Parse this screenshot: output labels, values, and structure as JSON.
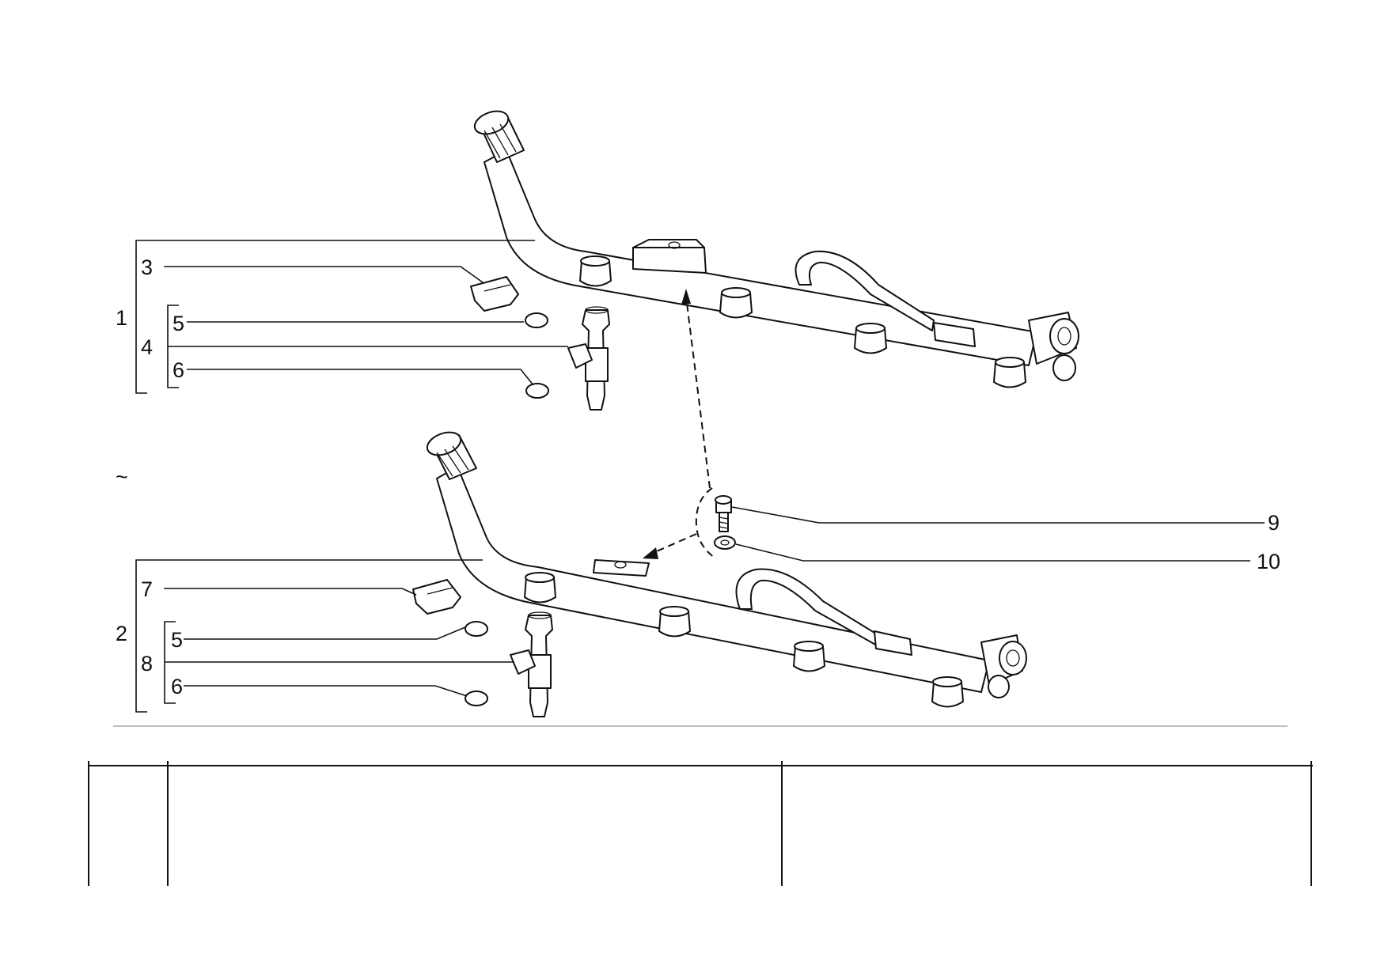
{
  "callouts": {
    "c1": "1",
    "c2": "2",
    "c3": "3",
    "c4": "4",
    "c5a": "5",
    "c6a": "6",
    "c7": "7",
    "c8": "8",
    "c5b": "5",
    "c6b": "6",
    "c9": "9",
    "c10": "10"
  },
  "tilde": "~",
  "icons": {
    "rail_top": "fuel-rail-icon",
    "rail_bottom": "fuel-rail-icon",
    "injector": "fuel-injector-icon",
    "clip": "retaining-clip-icon",
    "oring": "o-ring-icon",
    "screw": "screw-icon",
    "washer": "washer-icon"
  },
  "colors": {
    "ink": "#111111",
    "paper": "#ffffff"
  }
}
